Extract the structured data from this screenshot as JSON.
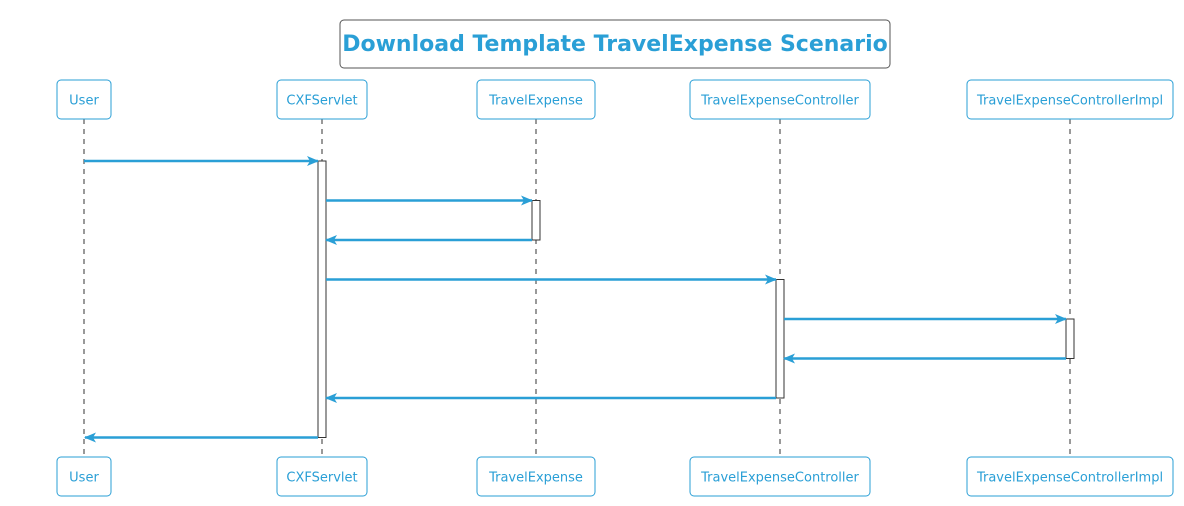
{
  "title": "Download Template TravelExpense Scenario",
  "colors": {
    "accent": "#2a9fd6",
    "lifeline": "#333333",
    "activation_border": "#333333",
    "title_border": "#555555",
    "background": "#ffffff"
  },
  "participants": [
    {
      "id": "user",
      "label": "User"
    },
    {
      "id": "cxfservlet",
      "label": "CXFServlet"
    },
    {
      "id": "travelexpense",
      "label": "TravelExpense"
    },
    {
      "id": "travelexpensecontroller",
      "label": "TravelExpenseController"
    },
    {
      "id": "travelexpensecontrollerimpl",
      "label": "TravelExpenseControllerImpl"
    }
  ],
  "messages": [
    {
      "from": "user",
      "to": "cxfservlet",
      "kind": "call"
    },
    {
      "from": "cxfservlet",
      "to": "travelexpense",
      "kind": "call"
    },
    {
      "from": "travelexpense",
      "to": "cxfservlet",
      "kind": "return"
    },
    {
      "from": "cxfservlet",
      "to": "travelexpensecontroller",
      "kind": "call"
    },
    {
      "from": "travelexpensecontroller",
      "to": "travelexpensecontrollerimpl",
      "kind": "call"
    },
    {
      "from": "travelexpensecontrollerimpl",
      "to": "travelexpensecontroller",
      "kind": "return"
    },
    {
      "from": "travelexpensecontroller",
      "to": "cxfservlet",
      "kind": "return"
    },
    {
      "from": "cxfservlet",
      "to": "user",
      "kind": "return"
    }
  ],
  "activations": [
    {
      "participant": "cxfservlet",
      "from_message": 0,
      "to_message": 7
    },
    {
      "participant": "travelexpense",
      "from_message": 1,
      "to_message": 2
    },
    {
      "participant": "travelexpensecontroller",
      "from_message": 3,
      "to_message": 6
    },
    {
      "participant": "travelexpensecontrollerimpl",
      "from_message": 4,
      "to_message": 5
    }
  ]
}
